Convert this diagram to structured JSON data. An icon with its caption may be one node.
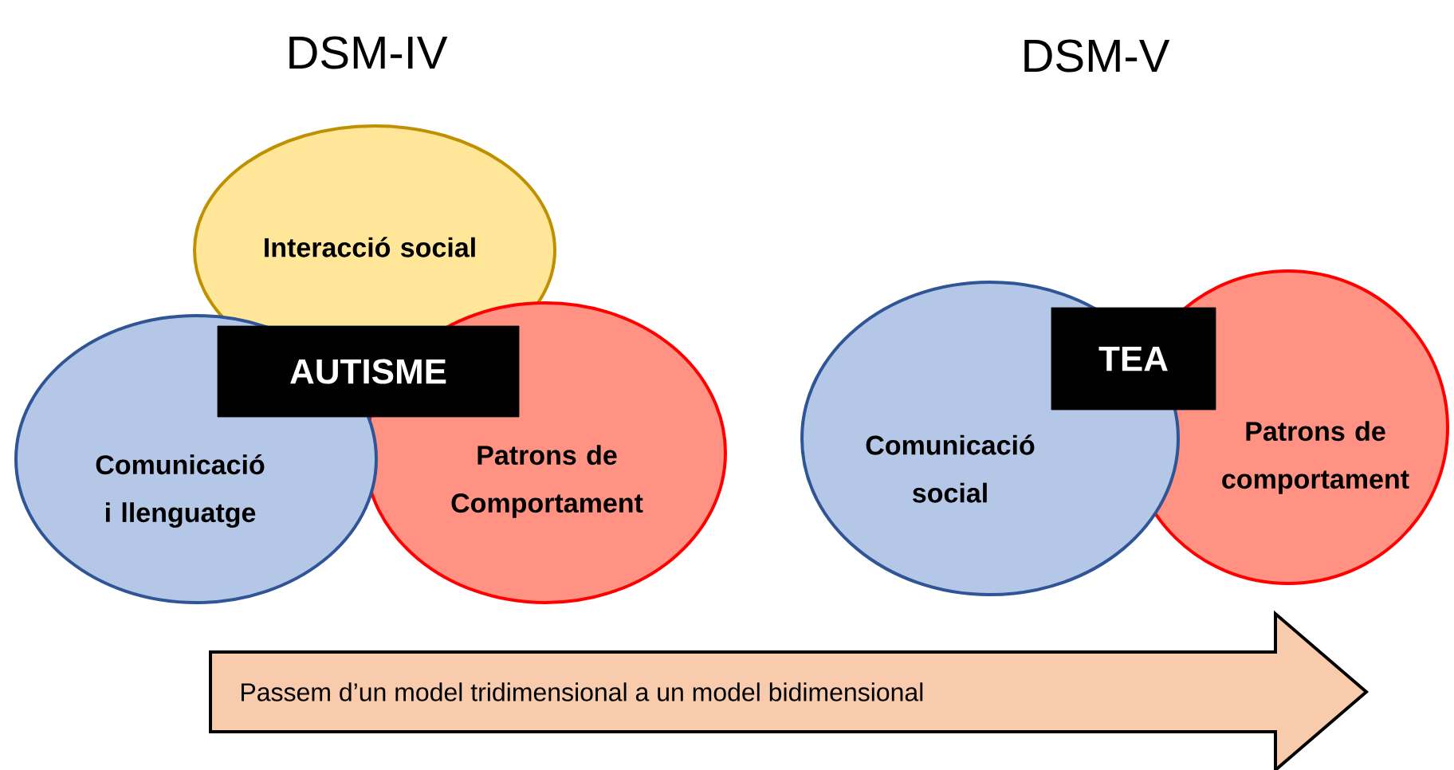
{
  "diagram": {
    "nodes": [
      {
        "text": [
          "Interacció social"
        ]
      },
      {
        "text": [
          "Comunicació i llenguatge"
        ]
      },
      {
        "text": [
          "AUTISME"
        ]
      },
      {
        "text": [
          "Patrons de Comportament"
        ]
      },
      {
        "text": [
          "Comunicació social"
        ]
      },
      {
        "text": [
          "TEA"
        ]
      },
      {
        "text": [
          "Patrons de comportament"
        ]
      },
      {
        "text": [
          "Passem d’un model tridimensional a un model bidimensional"
        ]
      }
    ],
    "labels": [
      "DSM-IV",
      "DSM-V"
    ]
  }
}
